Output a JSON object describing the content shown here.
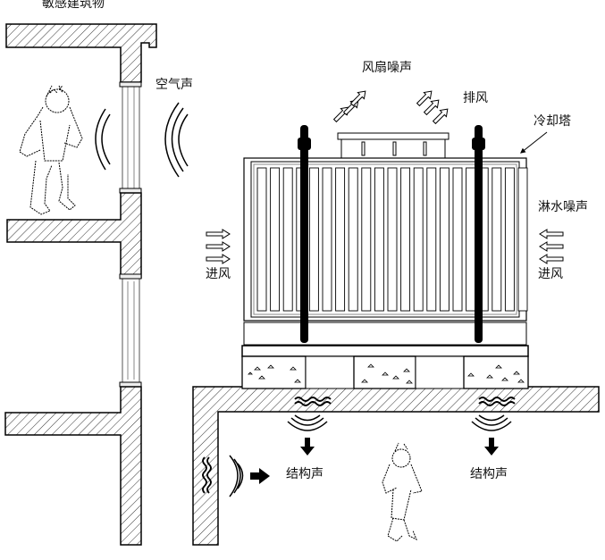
{
  "title": "冷却塔噪声传播示意图",
  "labels": {
    "sensitive_building": "敏感建筑物",
    "airborne_sound": "空气声",
    "fan_noise": "风扇噪声",
    "exhaust": "排风",
    "cooling_tower": "冷却塔",
    "water_noise": "淋水噪声",
    "intake_left": "进风",
    "intake_right": "进风",
    "structure_sound_left": "结构声",
    "structure_sound_right": "结构声"
  },
  "colors": {
    "line": "#000000",
    "hatch": "#333333",
    "background": "#ffffff"
  }
}
